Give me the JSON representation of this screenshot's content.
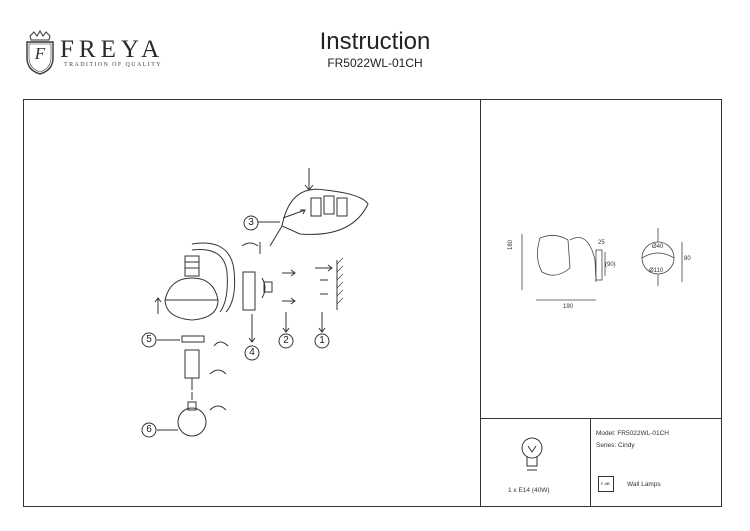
{
  "brand": {
    "name": "FREYA",
    "tagline": "TRADITION OF QUALITY",
    "logo_letter": "F"
  },
  "header": {
    "title": "Instruction",
    "model": "FR5022WL-01CH"
  },
  "steps": [
    "1",
    "2",
    "3",
    "4",
    "5",
    "6"
  ],
  "dimensions": {
    "height": "180",
    "width": "190",
    "depth": "25",
    "plate_h": "(90)",
    "shade_top": "Ø40",
    "shade_dia": "Ø110",
    "side_h": "80"
  },
  "bulb": {
    "label": "1 x E14 (40W)"
  },
  "info": {
    "model": "Model: FR5022WL-01CH",
    "series": "Series: Cindy",
    "category": "Wall Lamps",
    "category_icon": "F-dB"
  }
}
